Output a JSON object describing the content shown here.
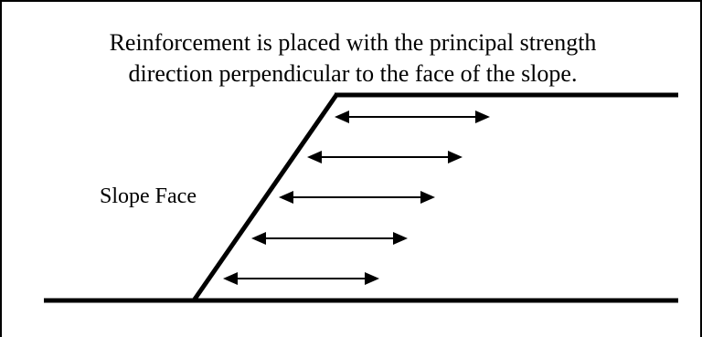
{
  "caption": {
    "line1": "Reinforcement is placed with the principal strength",
    "line2": "direction perpendicular to the face of the slope."
  },
  "slope_label": "Slope Face",
  "reinforcement_count": 5,
  "colors": {
    "line": "#000000",
    "background": "#ffffff"
  }
}
